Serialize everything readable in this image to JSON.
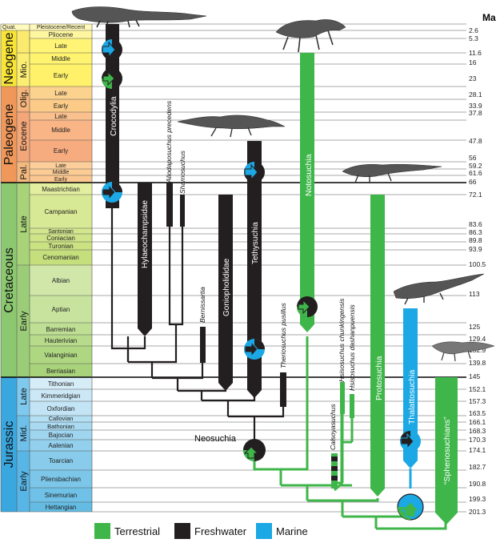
{
  "header": {
    "quat_label": "Quat.",
    "pleisto_label": "Pleistocene/Recent",
    "ma_title": "Ma"
  },
  "periods": {
    "neogene": "Neogene",
    "paleogene": "Paleogene",
    "cretaceous": "Cretaceous",
    "jurassic": "Jurassic"
  },
  "epochs": {
    "mio": "Mio.",
    "olig": "Olig.",
    "eocene": "Eocene",
    "pal": "Pal.",
    "cret_late": "Late",
    "cret_early": "Early",
    "jur_late": "Late",
    "jur_mid": "Mid.",
    "jur_early": "Early"
  },
  "stages": [
    {
      "name": "Pliocene"
    },
    {
      "name": "Late"
    },
    {
      "name": "Middle"
    },
    {
      "name": "Early"
    },
    {
      "name": "Late"
    },
    {
      "name": "Early"
    },
    {
      "name": "Late"
    },
    {
      "name": "Middle"
    },
    {
      "name": "Early"
    },
    {
      "name": "Late"
    },
    {
      "name": "Middle"
    },
    {
      "name": "Early"
    },
    {
      "name": "Maastrichtian"
    },
    {
      "name": "Campanian"
    },
    {
      "name": "Santonian"
    },
    {
      "name": "Coniacian"
    },
    {
      "name": "Turonian"
    },
    {
      "name": "Cenomanian"
    },
    {
      "name": "Albian"
    },
    {
      "name": "Aptian"
    },
    {
      "name": "Barremian"
    },
    {
      "name": "Hauterivian"
    },
    {
      "name": "Valanginian"
    },
    {
      "name": "Berriasian"
    },
    {
      "name": "Tithonian"
    },
    {
      "name": "Kimmeridgian"
    },
    {
      "name": "Oxfordian"
    },
    {
      "name": "Callovian"
    },
    {
      "name": "Bathonian"
    },
    {
      "name": "Bajocian"
    },
    {
      "name": "Aalenian"
    },
    {
      "name": "Toarcian"
    },
    {
      "name": "Pliensbachian"
    },
    {
      "name": "Sinemurian"
    },
    {
      "name": "Hettangian"
    }
  ],
  "ages": [
    "2.6",
    "5.3",
    "11.6",
    "16",
    "23",
    "28.1",
    "33.9",
    "37.8",
    "47.8",
    "56",
    "59.2",
    "61.6",
    "66",
    "72.1",
    "83.6",
    "86.3",
    "89.8",
    "93.9",
    "100.5",
    "113",
    "125",
    "129.4",
    "132.9",
    "139.8",
    "145",
    "152.1",
    "157.3",
    "163.5",
    "166.1",
    "168.3",
    "170.3",
    "174.1",
    "182.7",
    "190.8",
    "199.3",
    "201.3"
  ],
  "clades": {
    "crocodylia": "Crocodylia",
    "hylaeochampsidae": "Hylaeochampsidae",
    "allodaposuchus": "Allodaposuchus precedens",
    "shamosuchus": "Shamosuchus",
    "bernissartia": "Bernissartia",
    "goniopholididae": "Goniopholididae",
    "tethysuchia": "Tethysuchia",
    "theriosuchus": "Theriosuchus pusillus",
    "notosuchia": "Notosuchia",
    "protosuchia": "Protosuchia",
    "hsisosuchus_chunk": "Hsisosuchus chunkingensis",
    "hsisosuchus_dash": "Hsisosuchus dashanpuensis",
    "calsoyasuchus": "Calsoyasuchus",
    "thalattosuchia": "Thalattosuchia",
    "sphenosuchians": "“Sphenosuchians”",
    "neosuchia": "Neosuchia"
  },
  "legend": {
    "terrestrial": "Terrestrial",
    "freshwater": "Freshwater",
    "marine": "Marine"
  },
  "colors": {
    "terrestrial": "#3fb64a",
    "freshwater": "#231f20",
    "marine": "#1ba8e4",
    "neogene": "#f9e537",
    "paleogene": "#f0985a",
    "cretaceous": "#8cc870",
    "jurassic": "#3aa7df"
  }
}
